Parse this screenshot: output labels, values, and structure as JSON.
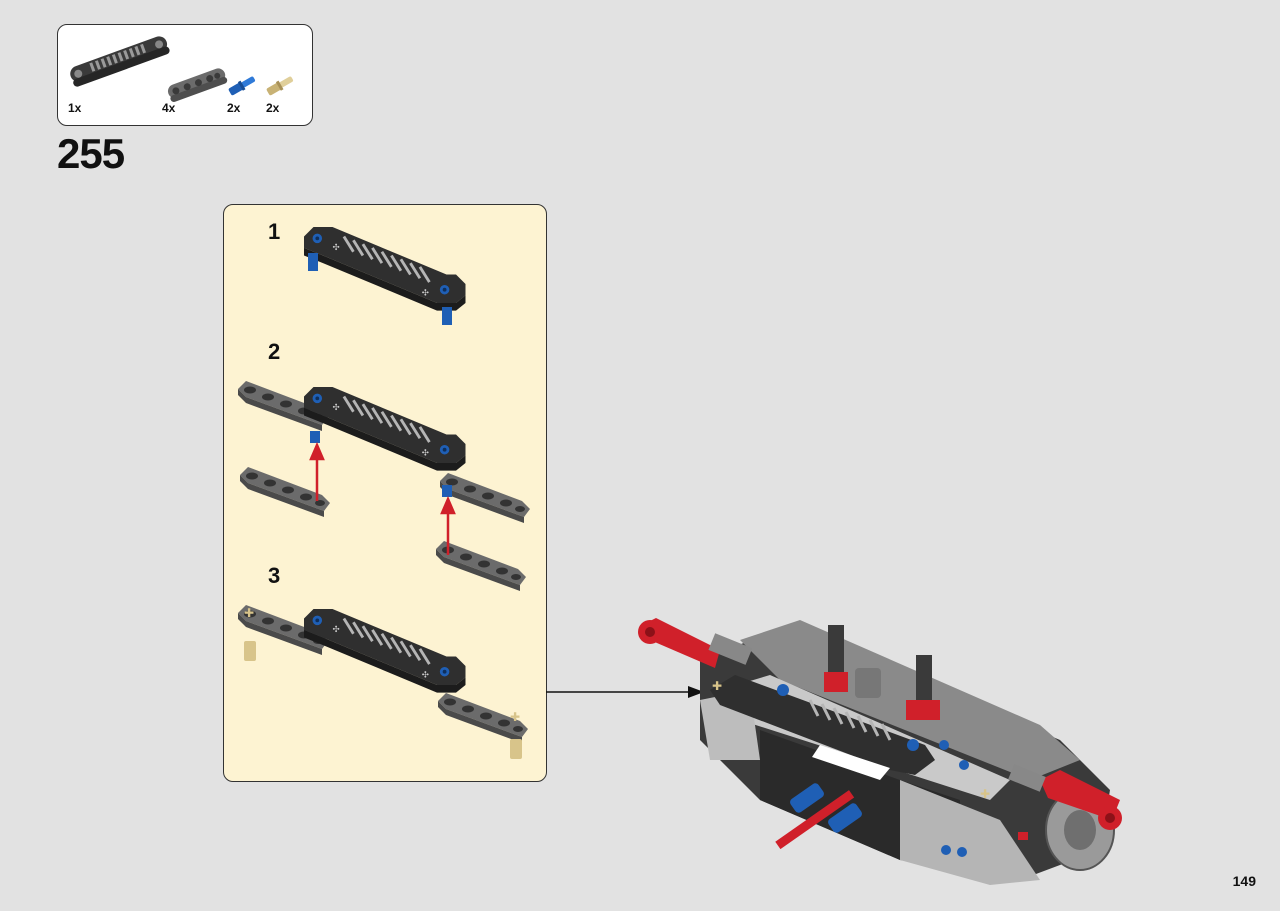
{
  "parts_list": {
    "items": [
      {
        "quantity": "1x",
        "part": "gear-rack-beam"
      },
      {
        "quantity": "4x",
        "part": "dark-grey-liftarm-5"
      },
      {
        "quantity": "2x",
        "part": "blue-axle-pin"
      },
      {
        "quantity": "2x",
        "part": "tan-axle-pin"
      }
    ]
  },
  "step": {
    "number": "255"
  },
  "callout": {
    "substeps": [
      {
        "label": "1"
      },
      {
        "label": "2"
      },
      {
        "label": "3"
      }
    ]
  },
  "colors": {
    "page_background": "#e2e2e2",
    "callout_background": "#fdf3d2",
    "arrow_red": "#d0202a",
    "beam_dark": "#2f2f2f",
    "liftarm_grey": "#6b6b6b",
    "pin_blue": "#1f5fb5",
    "pin_tan": "#d8c48a",
    "part_red": "#d0202a"
  },
  "page": {
    "number": "149"
  }
}
